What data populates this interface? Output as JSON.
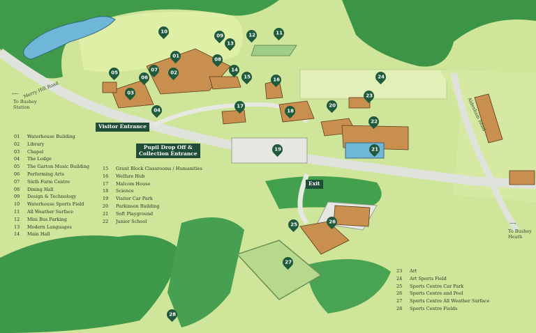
{
  "markers": [
    {
      "num": "01",
      "label": "Waterhouse Building"
    },
    {
      "num": "02",
      "label": "Library"
    },
    {
      "num": "03",
      "label": "Chapel"
    },
    {
      "num": "04",
      "label": "The Lodge"
    },
    {
      "num": "05",
      "label": "The Garton Music Building"
    },
    {
      "num": "06",
      "label": "Performing Arts"
    },
    {
      "num": "07",
      "label": "Sixth Form Centre"
    },
    {
      "num": "08",
      "label": "Dining Hall"
    },
    {
      "num": "09",
      "label": "Design & Technology"
    },
    {
      "num": "10",
      "label": "Waterhouse Sports Field"
    },
    {
      "num": "11",
      "label": "All Weather Surface"
    },
    {
      "num": "12",
      "label": "Mini Bus Parking"
    },
    {
      "num": "13",
      "label": "Modern Languages"
    },
    {
      "num": "14",
      "label": "Main Hall"
    },
    {
      "num": "15",
      "label": "Grant Block Classrooms / Humanities"
    },
    {
      "num": "16",
      "label": "Welfare Hub"
    },
    {
      "num": "17",
      "label": "Malcom House"
    },
    {
      "num": "18",
      "label": "Science"
    },
    {
      "num": "19",
      "label": "Visitor Car Park"
    },
    {
      "num": "20",
      "label": "Parkinson Building"
    },
    {
      "num": "21",
      "label": "Soft Playground"
    },
    {
      "num": "22",
      "label": "Junior School"
    },
    {
      "num": "23",
      "label": "Art"
    },
    {
      "num": "24",
      "label": "Art Sports Field"
    },
    {
      "num": "25",
      "label": "Sports Centre Car Park"
    },
    {
      "num": "26",
      "label": "Sports Centre and Pool"
    },
    {
      "num": "27",
      "label": "Sports Centre All Weather Surface"
    },
    {
      "num": "28",
      "label": "Sports Centre Fields"
    }
  ],
  "signs": {
    "visitor_entrance": "Visitor Entrance",
    "pupil_dropoff_line1": "Pupil Drop Off &",
    "pupil_dropoff_line2": "Collection Entrance",
    "exit": "Exit"
  },
  "roads": {
    "merry_hill": "Merry Hill Road",
    "aldenham": "Aldenham Road"
  },
  "directions": {
    "to_bushey_station_line1": "To Bushey",
    "to_bushey_station_line2": "Station",
    "to_bushey_heath_line1": "To Bushey",
    "to_bushey_heath_line2": "Heath"
  },
  "colors": {
    "grass": "#cfe59a",
    "pin": "#1f5a3c",
    "sign": "#1f4d36",
    "road": "#dfe3dc",
    "water": "#6fb7d6",
    "building": "#c98f4f"
  }
}
